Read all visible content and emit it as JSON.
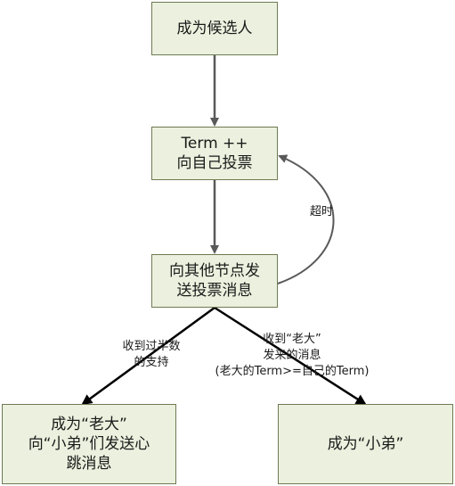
{
  "nodes": {
    "become_candidate": [
      "成为候选人"
    ],
    "increment_term": [
      "Term ++",
      "向自己投票"
    ],
    "request_votes": [
      "向其他节点发",
      "送投票消息"
    ],
    "become_leader": [
      "成为“老大”",
      "向“小弟”们发送心",
      "跳消息"
    ],
    "become_follower": [
      "成为“小弟”"
    ]
  },
  "edges": {
    "timeout": "超时",
    "majority": [
      "收到过半数",
      "的支持"
    ],
    "leader_found": [
      "收到“老大”",
      "发来的消息",
      "(老大的Term>=自己的Term)"
    ]
  },
  "colors": {
    "node_fill": "#ebf1de",
    "node_border": "#6e7a52",
    "arrow_gray": "#595959",
    "arrow_black": "#000000"
  }
}
